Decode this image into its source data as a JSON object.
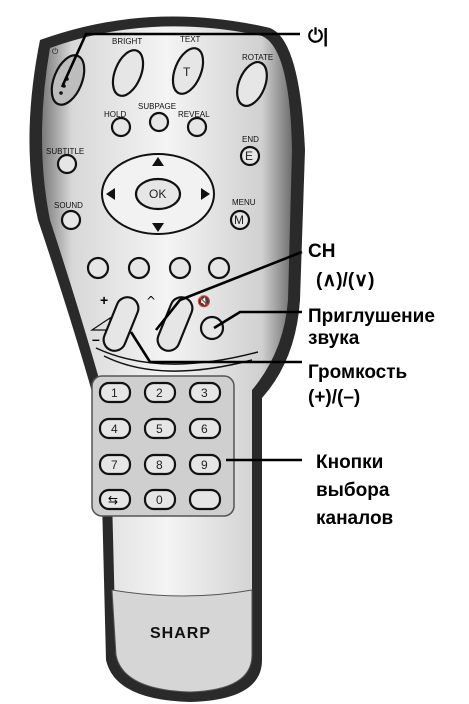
{
  "remote": {
    "brand": "SHARP",
    "top_labels": {
      "power_symbol": "⏻",
      "bright": "BRIGHT",
      "text": "TEXT",
      "text_key": "T",
      "rotate": "ROTATE"
    },
    "row2_labels": {
      "hold": "HOLD",
      "subpage": "SUBPAGE",
      "reveal": "REVEAL"
    },
    "side_labels": {
      "subtitle": "SUBTITLE",
      "end": "END",
      "end_key": "E",
      "sound": "SOUND",
      "menu": "MENU",
      "menu_key": "M",
      "ok": "OK"
    },
    "numeric_keys": [
      "1",
      "2",
      "3",
      "4",
      "5",
      "6",
      "7",
      "8",
      "9"
    ],
    "zero_key": "0"
  },
  "callouts": {
    "power": "⏻|",
    "ch_line1": "CH",
    "ch_line2": "(∧)/(∨)",
    "mute_line1": "Приглушение",
    "mute_line2": "звука",
    "volume_line1": "Громкость",
    "volume_line2": "(+)/(–)",
    "channel_line1": "Кнопки",
    "channel_line2": "выбора",
    "channel_line3": "каналов"
  }
}
